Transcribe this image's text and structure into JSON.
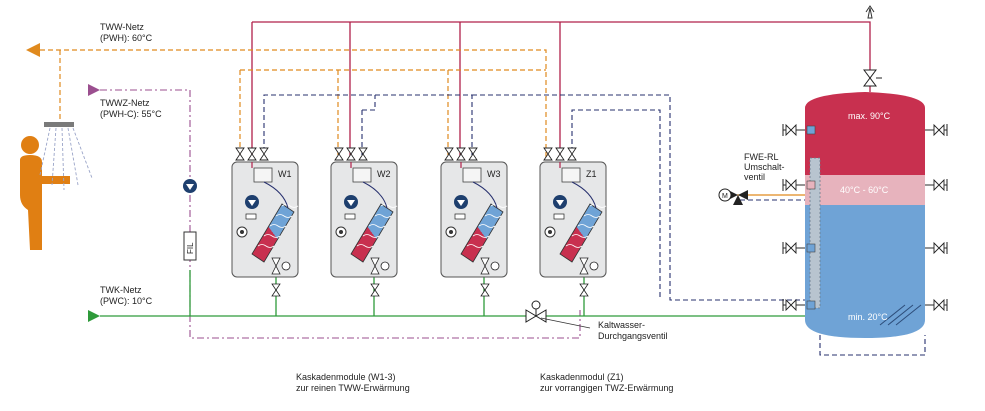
{
  "labels": {
    "tww_net": [
      "TWW-Netz",
      "(PWH): 60°C"
    ],
    "twwz_net": [
      "TWWZ-Netz",
      "(PWH-C): 55°C"
    ],
    "twk_net": [
      "TWK-Netz",
      "(PWC): 10°C"
    ],
    "cold_valve": [
      "Kaltwasser-",
      "Durchgangsventil"
    ],
    "fwe_valve": [
      "FWE-RL",
      "Umschalt-",
      "ventil"
    ],
    "filter": "FIL",
    "tank_top": "max. 90°C",
    "tank_mid": "40°C - 60°C",
    "tank_bottom": "min. 20°C",
    "caption_w": [
      "Kaskadenmodule (W1-3)",
      "zur reinen TWW-Erwärmung"
    ],
    "caption_z": [
      "Kaskadenmodul (Z1)",
      "zur vorrangigen TWZ-Erwärmung"
    ]
  },
  "modules": [
    {
      "id": "W1"
    },
    {
      "id": "W2"
    },
    {
      "id": "W3"
    },
    {
      "id": "Z1"
    }
  ],
  "colors": {
    "hot_supply": "#b0204a",
    "dhw_orange": "#e08a1e",
    "circulation": "#9b4f8f",
    "cold": "#2e9a3a",
    "return_navy": "#27306e",
    "tank_hot": "#c8304f",
    "tank_mid": "#e7b3bd",
    "tank_cold": "#6fa3d6",
    "person": "#e07f13"
  }
}
